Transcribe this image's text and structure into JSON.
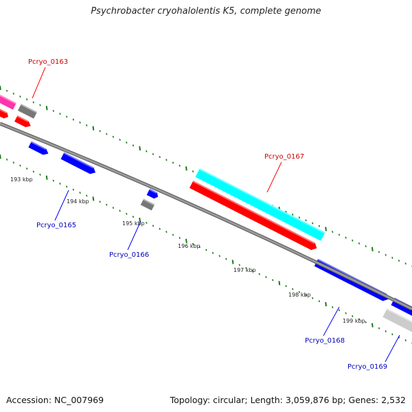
{
  "title": "Psychrobacter cryohalolentis K5, complete genome",
  "footer": {
    "accession": "Accession: NC_007969",
    "summary": "Topology: circular; Length: 3,059,876 bp; Genes: 2,532"
  },
  "colors": {
    "red": "#ff0000",
    "blue": "#0000ff",
    "cyan": "#00ffff",
    "magenta": "#ff33aa",
    "gray": "#777777",
    "lightgray": "#cccccc",
    "backbone": "#888888",
    "dot": "#1a7a1a",
    "forward_label": "#cc0000",
    "reverse_label": "#0000bb"
  },
  "scale": {
    "ticks": [
      {
        "label": "193 kbp"
      },
      {
        "label": "194 kbp"
      },
      {
        "label": "195 kbp"
      },
      {
        "label": "196 kbp"
      },
      {
        "label": "197 kbp"
      },
      {
        "label": "198 kbp"
      },
      {
        "label": "199 kbp"
      }
    ]
  },
  "genes": [
    {
      "label": "Pcryo_0163",
      "color": "red"
    },
    {
      "label": "Pcryo_0165",
      "color": "blue"
    },
    {
      "label": "Pcryo_0166",
      "color": "blue"
    },
    {
      "label": "Pcryo_0167",
      "color": "red"
    },
    {
      "label": "Pcryo_0168",
      "color": "blue"
    },
    {
      "label": "Pcryo_0169",
      "color": "blue"
    }
  ]
}
